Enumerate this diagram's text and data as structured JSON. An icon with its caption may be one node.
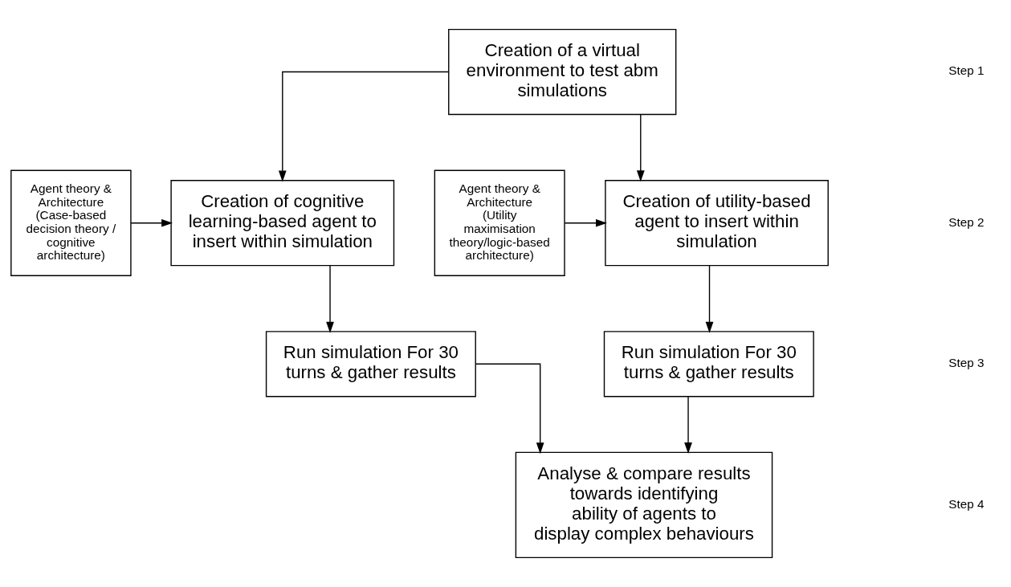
{
  "diagram": {
    "nodes": [
      {
        "text": [
          "Creation of a virtual environment to test abm simulations"
        ]
      },
      {
        "text": [
          "Agent theory & Architecture (Utility maximisation theory/logic-based architecture)"
        ]
      },
      {
        "text": [
          "Creation of utility-based agent to insert within simulation"
        ]
      },
      {
        "text": [
          "Creation of cognitive learning-based agent to insert within simulation"
        ]
      },
      {
        "text": [
          "Agent theory & Architecture (Case-based decision theory / cognitive architecture)"
        ]
      },
      {
        "text": [
          "Run simulation For 30 turns & gather results"
        ]
      },
      {
        "text": [
          "Run simulation For 30 turns & gather results"
        ]
      },
      {
        "text": [
          "Analyse & compare results towards identifying ability of agents to display complex behaviours"
        ]
      }
    ],
    "edges": [
      {
        "from": 0,
        "to": 2,
        "arrow": "to"
      },
      {
        "from": 0,
        "to": 3,
        "arrow": "to"
      },
      {
        "from": 1,
        "to": 2,
        "arrow": "to"
      },
      {
        "from": 4,
        "to": 3,
        "arrow": "to"
      },
      {
        "from": 2,
        "to": 5,
        "arrow": "to"
      },
      {
        "from": 3,
        "to": 6,
        "arrow": "to"
      },
      {
        "from": 5,
        "to": 7,
        "arrow": "to"
      },
      {
        "from": 6,
        "to": 7,
        "arrow": "to"
      }
    ],
    "labels": [
      "Step 1",
      "Step 2",
      "Step 3",
      "Step 4"
    ]
  }
}
